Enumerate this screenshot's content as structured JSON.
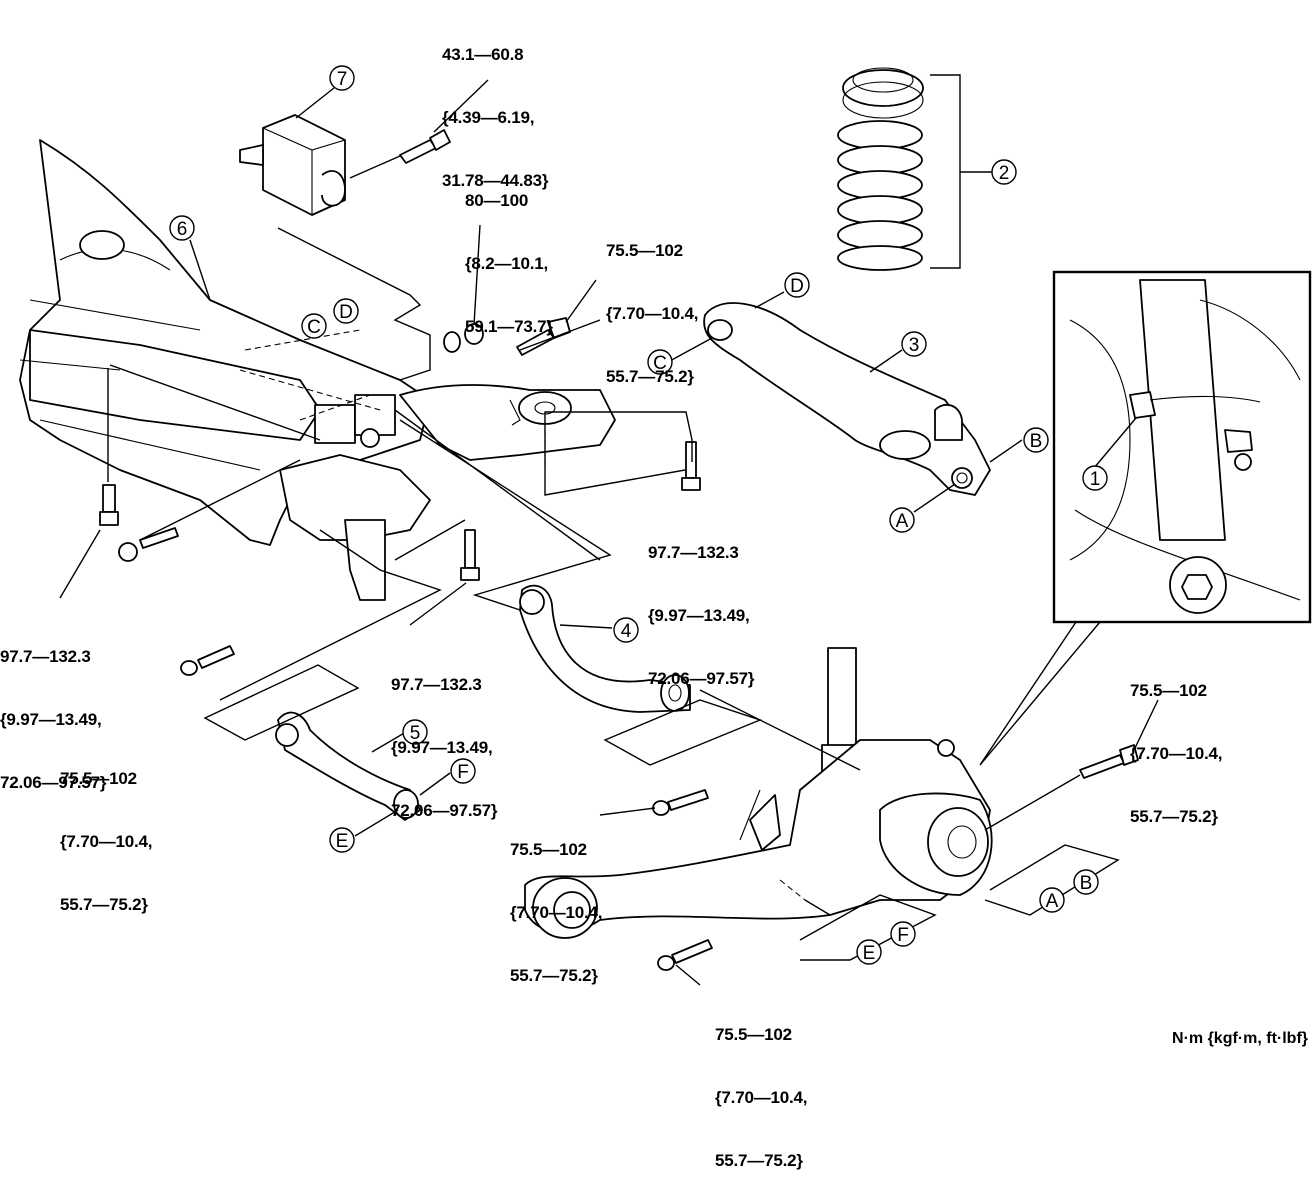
{
  "callouts": {
    "n1": "1",
    "n2": "2",
    "n3": "3",
    "n4": "4",
    "n5": "5",
    "n6": "6",
    "n7": "7",
    "A": "A",
    "B": "B",
    "C": "C",
    "D": "D",
    "E": "E",
    "F": "F"
  },
  "torque_specs": {
    "t1": {
      "line1": "43.1—60.8",
      "line2": "{4.39—6.19,",
      "line3": "31.78—44.83}"
    },
    "t2": {
      "line1": "80—100",
      "line2": "{8.2—10.1,",
      "line3": "59.1—73.7}"
    },
    "t3": {
      "line1": "75.5—102",
      "line2": "{7.70—10.4,",
      "line3": "55.7—75.2}"
    },
    "t4": {
      "line1": "97.7—132.3",
      "line2": "{9.97—13.49,",
      "line3": "72.06—97.57}"
    },
    "t5": {
      "line1": "97.7—132.3",
      "line2": "{9.97—13.49,",
      "line3": "72.06—97.57}"
    },
    "t6": {
      "line1": "97.7—132.3",
      "line2": "{9.97—13.49,",
      "line3": "72.06—97.57}"
    },
    "t7": {
      "line1": "75.5—102",
      "line2": "{7.70—10.4,",
      "line3": "55.7—75.2}"
    },
    "t8": {
      "line1": "75.5—102",
      "line2": "{7.70—10.4,",
      "line3": "55.7—75.2}"
    },
    "t9": {
      "line1": "75.5—102",
      "line2": "{7.70—10.4,",
      "line3": "55.7—75.2}"
    },
    "t10": {
      "line1": "75.5—102",
      "line2": "{7.70—10.4,",
      "line3": "55.7—75.2}"
    }
  },
  "unit_label": "N·m {kgf·m, ft·lbf}"
}
